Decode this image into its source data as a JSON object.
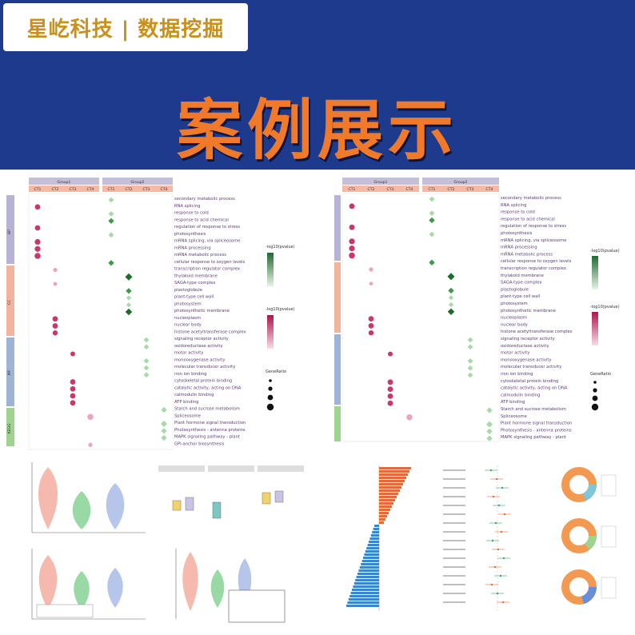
{
  "header": {
    "brand": "星屹科技 | 数据挖掘",
    "title": "案例展示"
  },
  "colors": {
    "banner_bg": "#1e3a8c",
    "brand_text": "#c9901a",
    "title_text": "#f07a2a",
    "green_dot": "#2e8b3e",
    "red_dot": "#c8386a",
    "bp_strip": "#b7b3d6",
    "cc_strip": "#f3b39c",
    "mf_strip": "#9fb3d6",
    "kegg_strip": "#9ed48f"
  },
  "dotplot": {
    "group_labels": [
      "Group1",
      "Group2"
    ],
    "column_labels": [
      "CT1",
      "CT2",
      "CT3",
      "CT4"
    ],
    "legend_green_title": "-log10(pvalue)",
    "legend_red_title": "-log10(pvalue)",
    "legend_size_title": "GeneRatio",
    "terms_left": [
      "secondary metabolic process",
      "RNA splicing",
      "response to cold",
      "response to acid chemical",
      "regulation of response to stress",
      "photosynthesis",
      "mRNA splicing, via spliceosome",
      "mRNA processing",
      "mRNA metabolic process",
      "cellular response to oxygen levels",
      "transcription regulator complex",
      "thylakoid membrane",
      "SAGA-type complex",
      "plastoglobule",
      "plant-type cell wall",
      "photosystem",
      "photosynthetic membrane",
      "nucleoplasm",
      "nuclear body",
      "histone acetyltransferase complex",
      "signaling receptor activity",
      "oxidoreductase activity",
      "motor activity",
      "monooxygenase activity",
      "molecular transducer activity",
      "iron ion binding",
      "cytoskeletal protein binding",
      "catalytic activity, acting on DNA",
      "calmodulin binding",
      "ATP binding",
      "Starch and sucrose metabolism",
      "Spliceosome",
      "Plant hormone signal transduction",
      "Photosynthesis - antenna proteins",
      "MAPK signaling pathway - plant",
      "GPI-anchor biosynthesis"
    ],
    "terms_right": [
      "secondary metabolic process",
      "RNA splicing",
      "response to cold",
      "response to acid chemical",
      "regulation of response to stress",
      "photosynthesis",
      "mRNA splicing, via spliceosome",
      "mRNA processing",
      "mRNA metabolic process",
      "cellular response to oxygen levels",
      "transcription regulator complex",
      "thylakoid membrane",
      "SAGA-type complex",
      "plastoglobule",
      "plant-type cell wall",
      "photosystem",
      "photosynthetic membrane",
      "nucleoplasm",
      "nuclear body",
      "histone acetyltransferase complex",
      "signaling receptor activity",
      "oxidoreductase activity",
      "motor activity",
      "monooxygenase activity",
      "molecular transducer activity",
      "iron ion binding",
      "cytoskeletal protein binding",
      "catalytic activity, acting on DNA",
      "calmodulin binding",
      "ATP binding",
      "Starch and sucrose metabolism",
      "Spliceosome",
      "Plant hormone signal transduction",
      "Photosynthesis - antenna proteins",
      "MAPK signaling pathway - plant"
    ],
    "strip_labels": [
      "BP",
      "CC",
      "MF",
      "KEGG"
    ]
  }
}
